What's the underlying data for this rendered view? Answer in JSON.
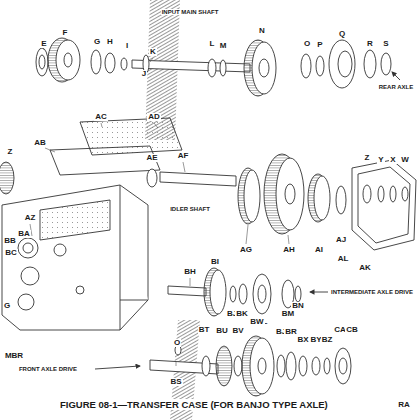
{
  "diagram": {
    "caption": "FIGURE 08-1—TRANSFER CASE (FOR BANJO TYPE AXLE)",
    "labels": [
      "E",
      "F",
      "G",
      "H",
      "I",
      "J",
      "K",
      "INPUT MAIN SHAFT",
      "L",
      "M",
      "N",
      "O",
      "P",
      "Q",
      "R",
      "S",
      "REAR AXLE",
      "Z",
      "AC",
      "AD",
      "AB",
      "AE",
      "AF",
      "IDLER SHAFT",
      "AG",
      "AH",
      "AI",
      "AJ",
      "Z",
      "Y",
      "X",
      "W",
      "AL",
      "AK",
      "AZ",
      "BB",
      "BA",
      "BC",
      "G",
      "MBR",
      "BH",
      "BI",
      "BJ",
      "BK",
      "BL",
      "BM",
      "BN",
      "INTERMEDIATE AXLE DRIVE",
      "O",
      "BS",
      "BT",
      "BU",
      "BV",
      "BW",
      "BJ",
      "BR",
      "BX",
      "BY",
      "BZ",
      "CA",
      "CB",
      "FRONT AXLE DRIVE",
      "RA"
    ]
  }
}
